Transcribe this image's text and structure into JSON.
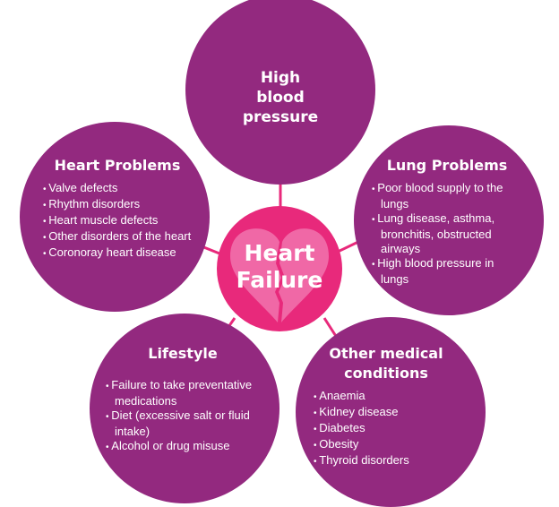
{
  "center": {
    "line1": "Heart",
    "line2": "Failure"
  },
  "nodes": [
    {
      "title": "High blood pressure",
      "items": []
    },
    {
      "title": "Heart Problems",
      "items": [
        "Valve defects",
        "Rhythm disorders",
        "Heart muscle defects",
        "Other disorders of the heart",
        "Coronoray heart disease"
      ]
    },
    {
      "title": "Lung Problems",
      "items": [
        "Poor blood supply to the lungs",
        "Lung disease, asthma, bronchitis, obstructed airways",
        "High blood pressure in lungs"
      ]
    },
    {
      "title": "Lifestyle",
      "items": [
        "Failure to take preventative medications",
        "Diet (excessive salt or fluid intake)",
        "Alcohol or drug misuse"
      ]
    },
    {
      "title": "Other medical conditions",
      "items": [
        "Anaemia",
        "Kidney disease",
        "Diabetes",
        "Obesity",
        "Thyroid disorders"
      ]
    }
  ],
  "colors": {
    "purple": "#93297f",
    "pink": "#e8297b",
    "heart": "#f068a6"
  }
}
